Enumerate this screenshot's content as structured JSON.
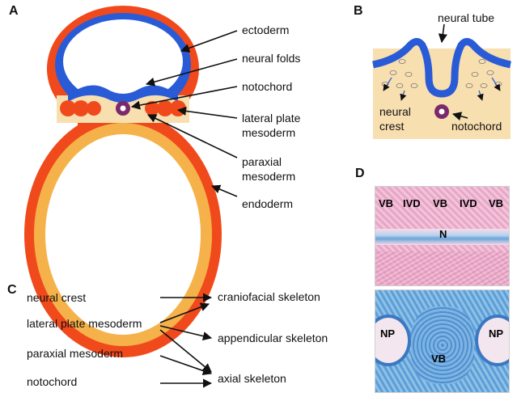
{
  "panels": {
    "a": "A",
    "b": "B",
    "c": "C",
    "d": "D"
  },
  "panel_a": {
    "ectoderm": "ectoderm",
    "neural_folds": "neural folds",
    "notochord": "notochord",
    "lateral_plate_1": "lateral plate",
    "lateral_plate_2": "mesoderm",
    "paraxial_1": "paraxial",
    "paraxial_2": "mesoderm",
    "endoderm": "endoderm"
  },
  "panel_b": {
    "neural_tube": "neural tube",
    "neural_crest_1": "neural",
    "neural_crest_2": "crest",
    "notochord": "notochord"
  },
  "panel_c": {
    "sources": [
      "neural crest",
      "lateral plate mesoderm",
      "paraxial mesoderm",
      "notochord"
    ],
    "targets": [
      "craniofacial skeleton",
      "appendicular skeleton",
      "axial skeleton"
    ]
  },
  "panel_d": {
    "top_labels": [
      "VB",
      "IVD",
      "VB",
      "IVD",
      "VB"
    ],
    "top_n": "N",
    "bottom_np_left": "NP",
    "bottom_np_right": "NP",
    "bottom_vb": "VB"
  },
  "colors": {
    "ectoderm_blue": "#2a5bd7",
    "mesoderm_red": "#f04a1c",
    "endoderm_orange": "#f6b24a",
    "mesenchyme_tan": "#f8dfb0",
    "notochord_purple": "#7a2a6a",
    "histology_pink": "#e9a8c8",
    "histology_blue": "#5aa0d8"
  }
}
